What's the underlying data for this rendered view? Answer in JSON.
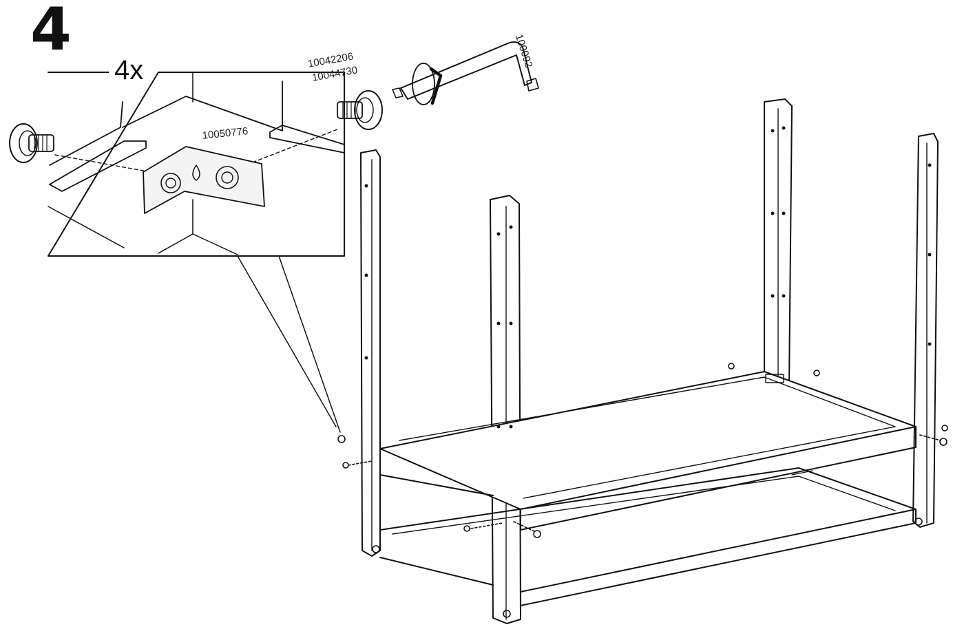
{
  "step": {
    "number": "4"
  },
  "detail": {
    "quantity": "4x"
  },
  "parts": {
    "screw_id_1": "10042206",
    "screw_id_2": "10044730",
    "bracket_id": "10050776",
    "allen_key_id": "100092"
  },
  "icons": [
    "screw-icon",
    "allen-key-icon",
    "corner-bracket-icon",
    "table-frame-icon"
  ]
}
